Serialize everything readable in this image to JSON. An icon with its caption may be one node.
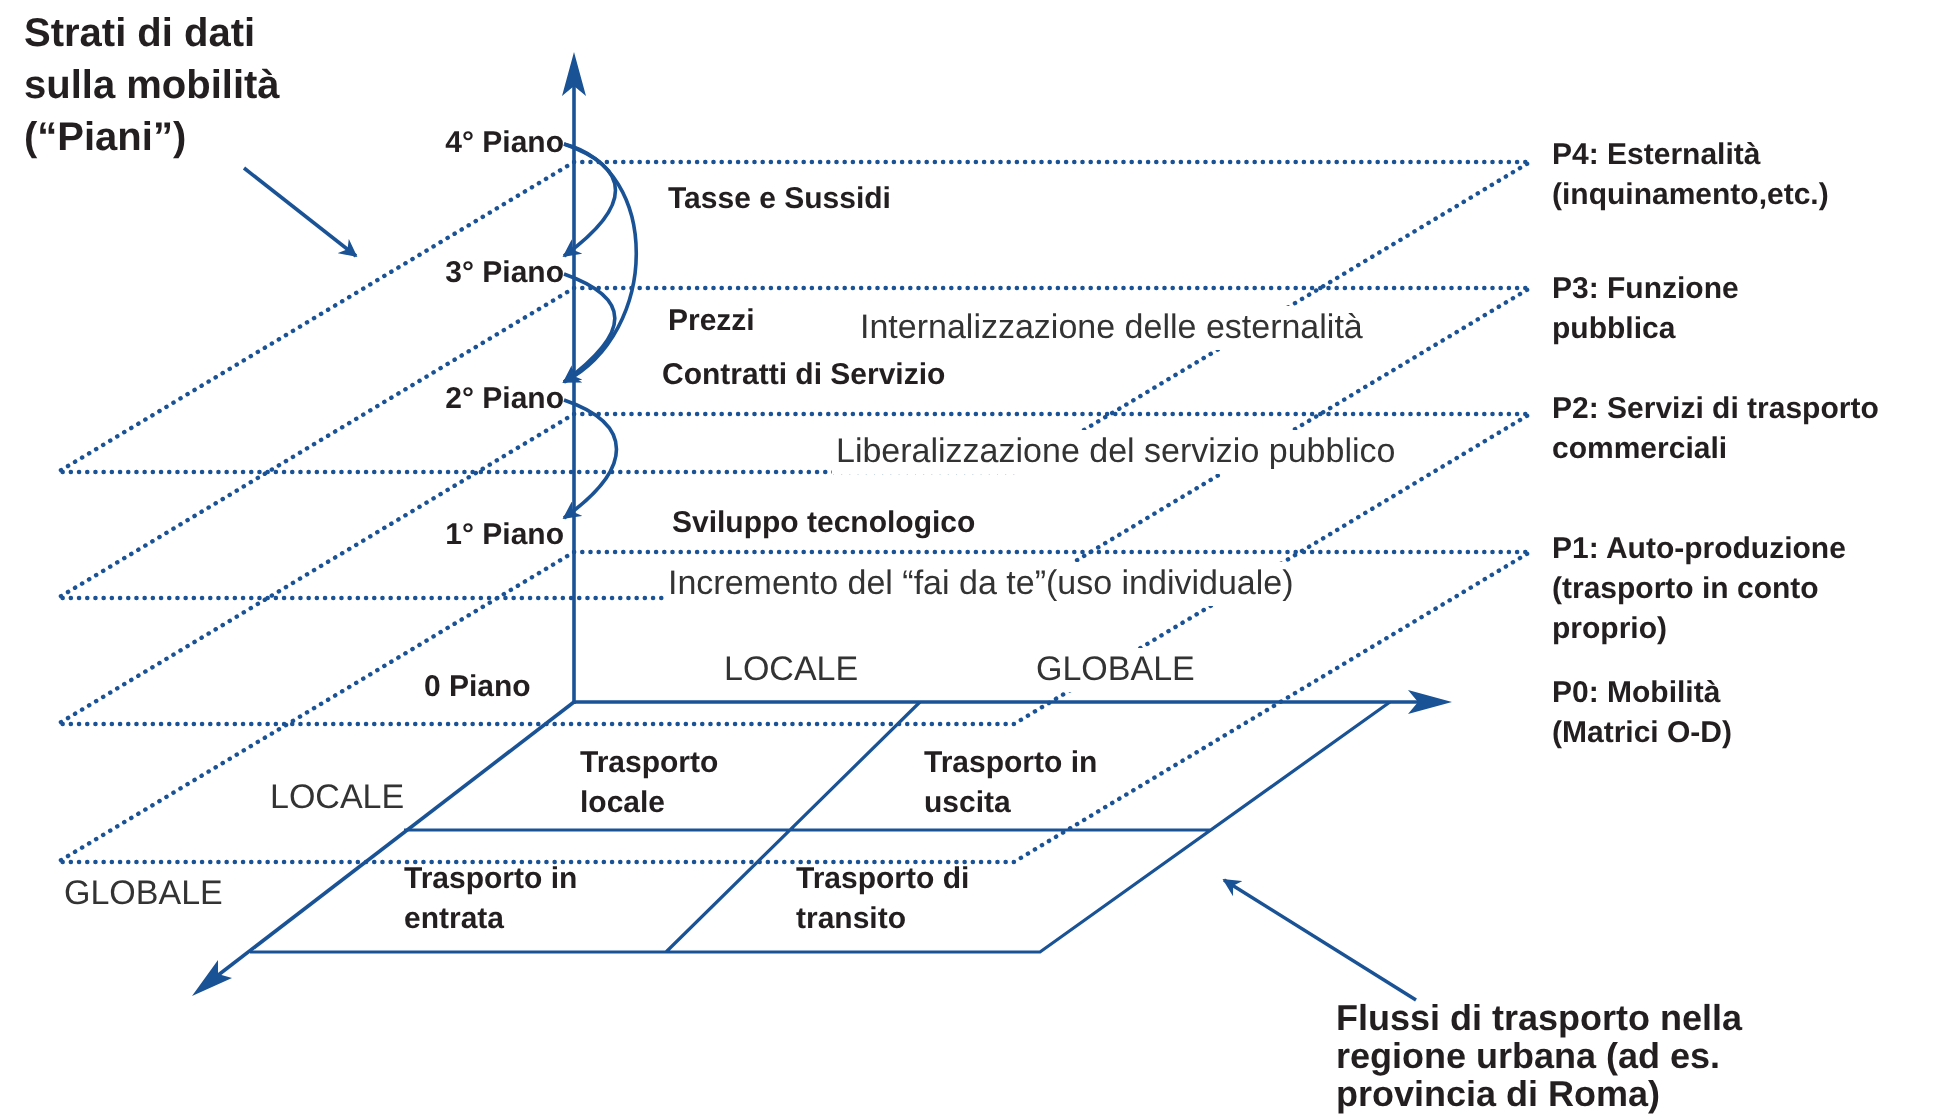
{
  "diagram": {
    "nodes": [
      {
        "text": [
          "Strati di dati sulla mobilità (“Piani”)"
        ]
      },
      {
        "text": [
          "4° Piano"
        ]
      },
      {
        "text": [
          "3° Piano"
        ]
      },
      {
        "text": [
          "2° Piano"
        ]
      },
      {
        "text": [
          "1° Piano"
        ]
      },
      {
        "text": [
          "Flussi di trasporto nella regione urbana (ad es. provincia di Roma)"
        ]
      }
    ],
    "edges": [
      {
        "from": 0,
        "to": null,
        "arrow": "to"
      },
      {
        "from": 1,
        "to": 2,
        "arrow": "to",
        "label": "Tasse e Sussidi"
      },
      {
        "from": 2,
        "to": 3,
        "arrow": "to",
        "label": "Prezzi"
      },
      {
        "from": 1,
        "to": 3,
        "arrow": "to",
        "label": "Contratti di Servizio"
      },
      {
        "from": 3,
        "to": 4,
        "arrow": "to",
        "label": "Sviluppo tecnologico"
      },
      {
        "from": 5,
        "to": null,
        "arrow": "to"
      }
    ],
    "labels": [
      "P4: Esternalità (inquinamento,etc.)",
      "P3: Funzione pubblica",
      "Internalizzazione delle esternalità",
      "P2: Servizi di trasporto commerciali",
      "Liberalizzazione del servizio pubblico",
      "P1: Auto-produzione (trasporto in conto proprio)",
      "Incremento del “fai da te”(uso individuale)",
      "0 Piano",
      "LOCALE",
      "GLOBALE",
      "P0: Mobilità (Matrici O-D)",
      "Trasporto locale",
      "Trasporto in uscita",
      "LOCALE",
      "GLOBALE",
      "Trasporto in entrata",
      "Trasporto di transito"
    ]
  }
}
